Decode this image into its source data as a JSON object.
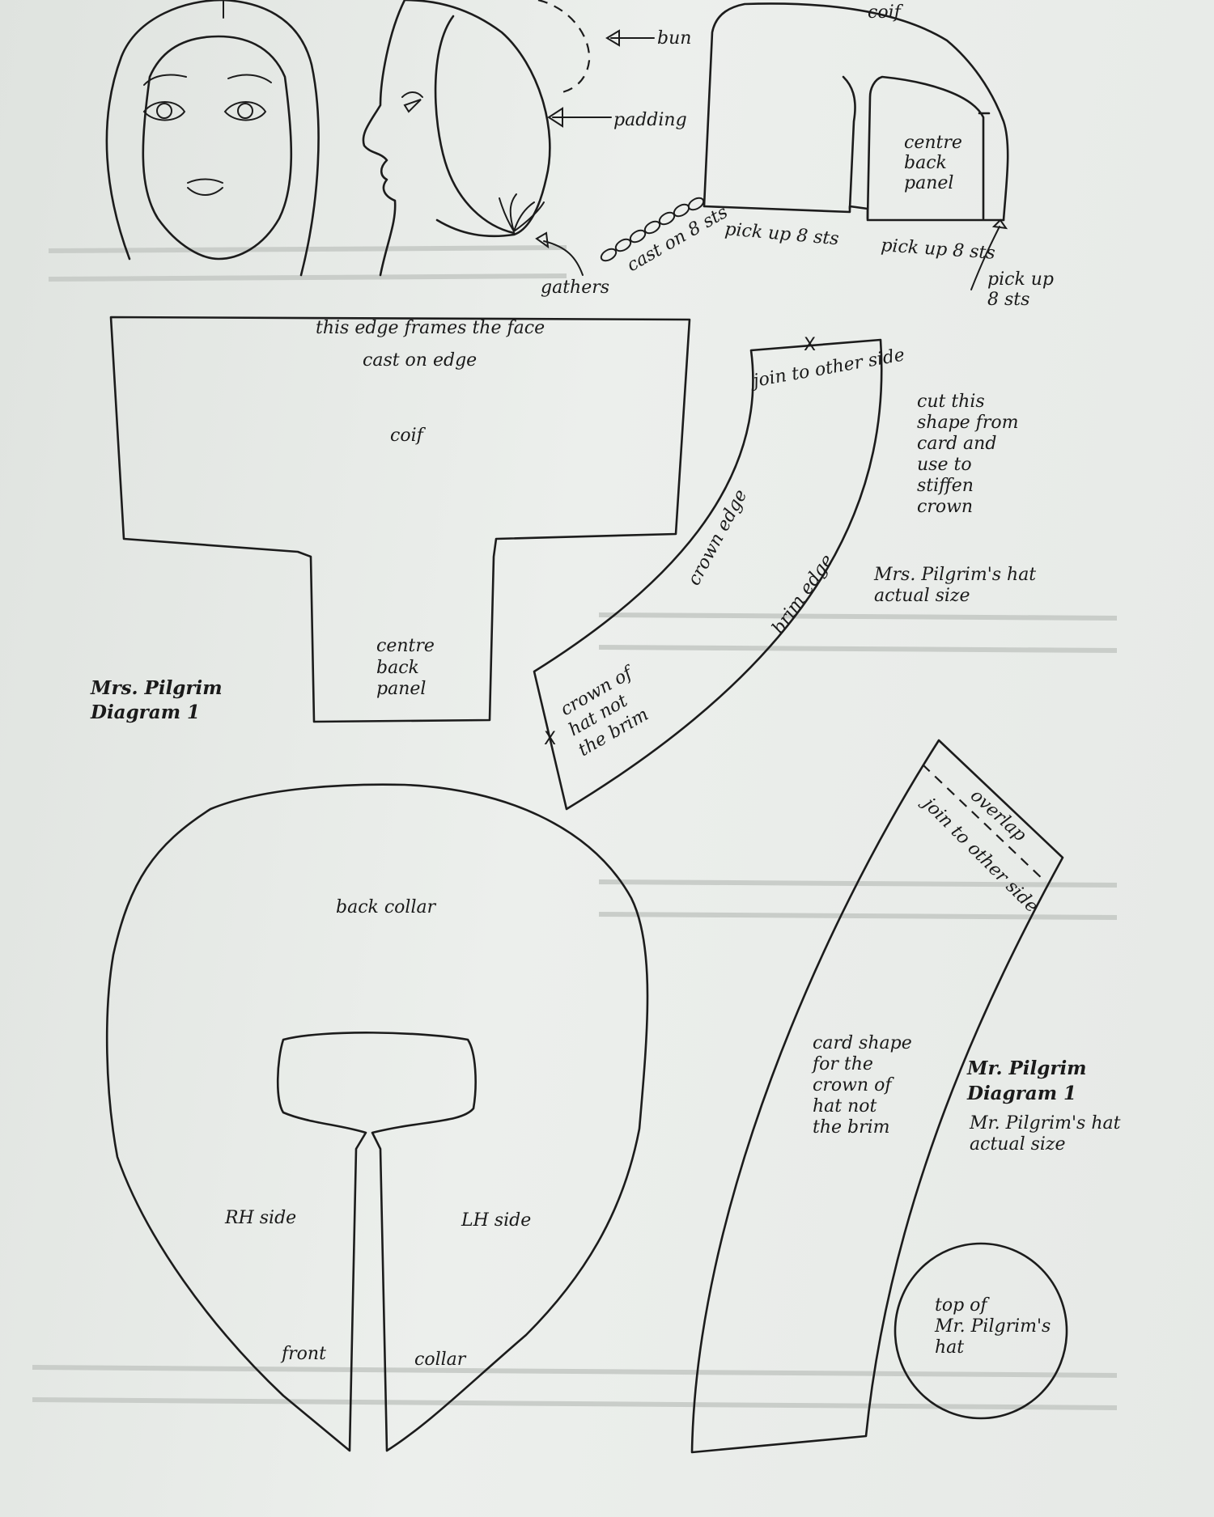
{
  "labels": {
    "bun": "bun",
    "padding": "padding",
    "gathers": "gathers",
    "coif_top": "coif",
    "centre_back_panel_top": [
      "centre",
      "back",
      "panel"
    ],
    "cast_on_8": "cast on 8 sts",
    "pick_up_8_a": "pick up 8 sts",
    "pick_up_8_b": "pick up 8 sts",
    "pick_up_8_c": [
      "pick up",
      "8 sts"
    ],
    "edge_frames_face": "this edge frames the face",
    "cast_on_edge": "cast on edge",
    "coif_pattern": "coif",
    "centre_back_panel": [
      "centre",
      "back",
      "panel"
    ],
    "mrs_pilgrim_diagram": [
      "Mrs. Pilgrim",
      "Diagram 1"
    ],
    "join_to_other_side_1": "join to other side",
    "crown_edge": "crown edge",
    "brim_edge": "brim edge",
    "crown_of_hat": [
      "crown of",
      "hat not",
      "the brim"
    ],
    "x_mark": "X",
    "cut_this_shape": [
      "cut this",
      "shape from",
      "card and",
      "use to",
      "stiffen",
      "crown"
    ],
    "mrs_hat_actual": [
      "Mrs. Pilgrim's hat",
      "actual size"
    ],
    "back_collar": "back collar",
    "rh_side": "RH side",
    "lh_side": "LH side",
    "front": "front",
    "collar": "collar",
    "overlap": "overlap",
    "join_to_other_side_2": "join to other side",
    "card_shape": [
      "card shape",
      "for the",
      "crown of",
      "hat not",
      "the brim"
    ],
    "mr_pilgrim_diagram": [
      "Mr. Pilgrim",
      "Diagram 1"
    ],
    "mr_hat_actual": [
      "Mr. Pilgrim's hat",
      "actual size"
    ],
    "top_of_hat": [
      "top of",
      "Mr. Pilgrim's",
      "hat"
    ]
  }
}
